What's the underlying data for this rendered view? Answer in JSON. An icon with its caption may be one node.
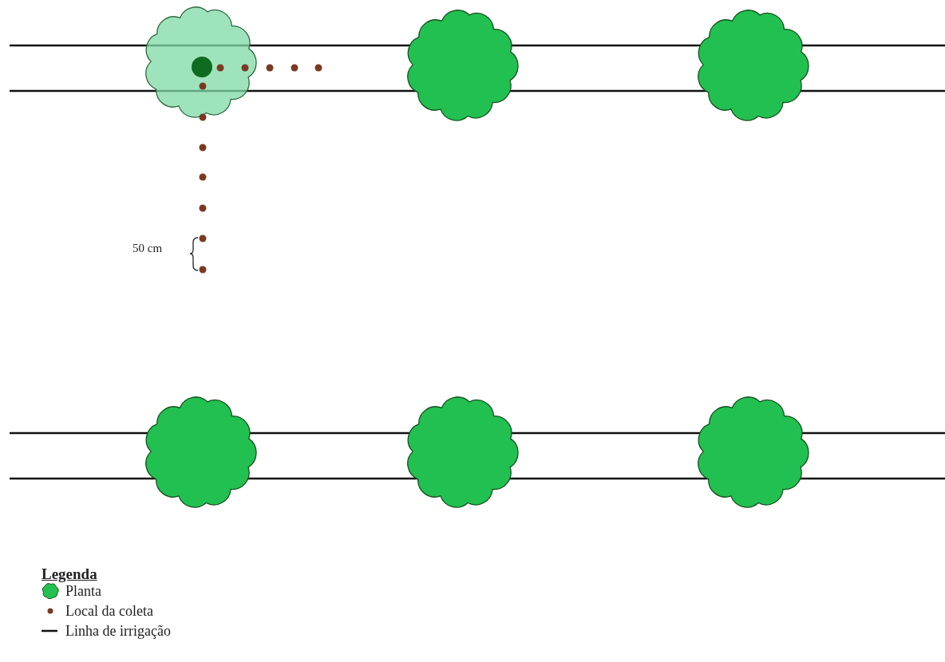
{
  "diagram": {
    "labels": [
      "50 cm",
      "Legenda"
    ],
    "legend": [
      {
        "text": "Planta"
      },
      {
        "text": "Local da coleta"
      },
      {
        "text": "Linha de irrigação"
      }
    ]
  }
}
